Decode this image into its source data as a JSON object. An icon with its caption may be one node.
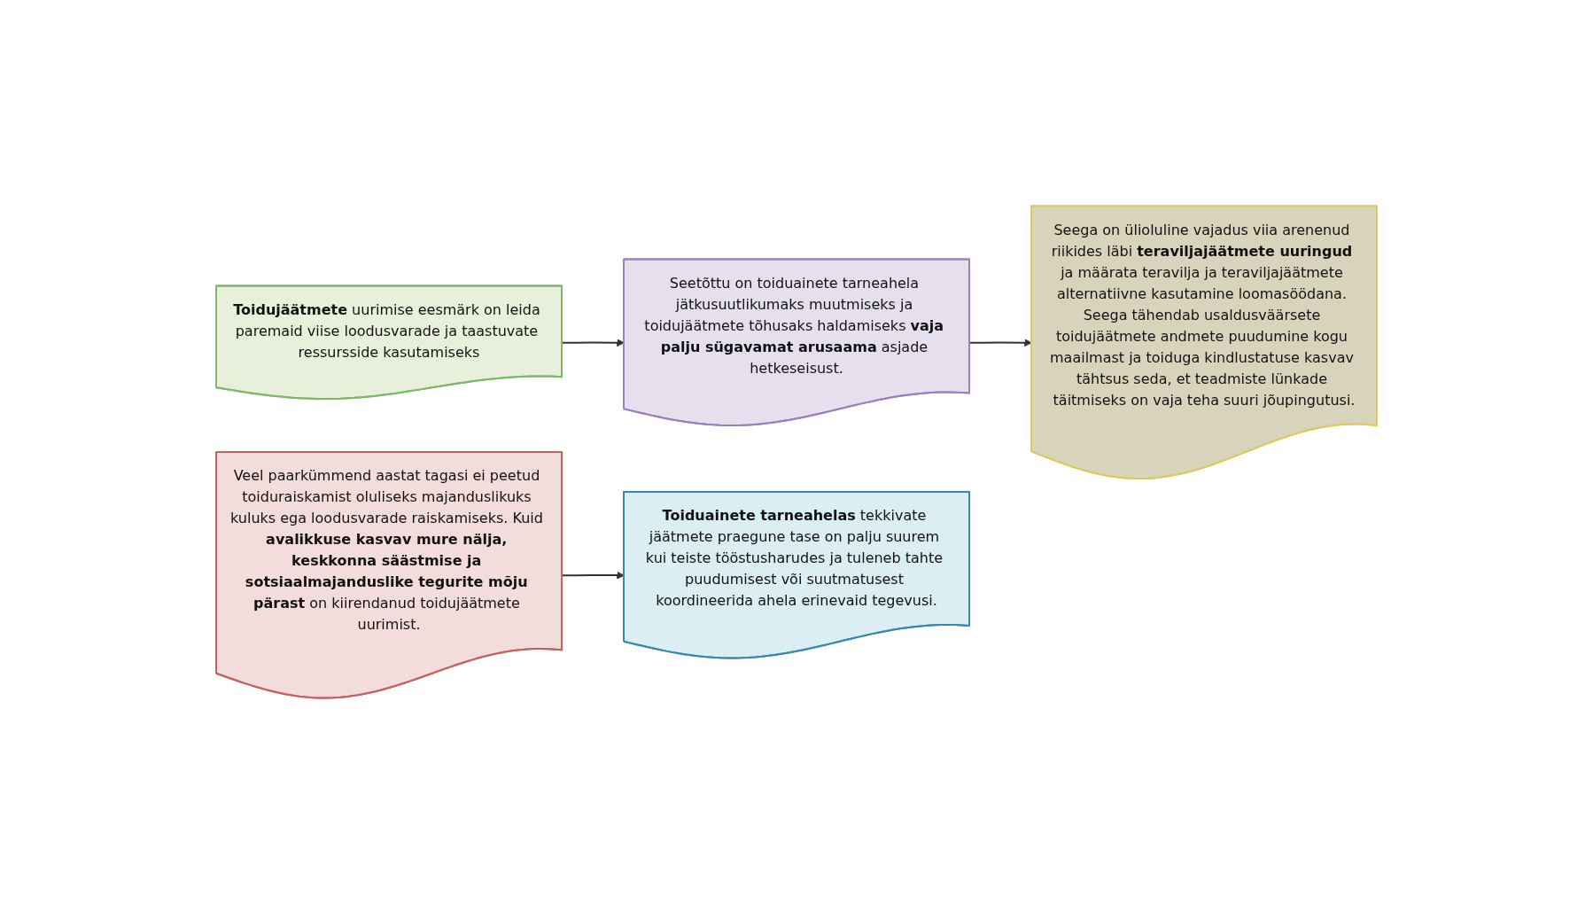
{
  "diagram": {
    "nodes": [
      {
        "text": [
          "**Toidujäätmete** uurimise eesmärk on leida paremaid viise loodusvarade ja taastuvate ressursside kasutamiseks"
        ]
      },
      {
        "text": [
          "Seetõttu on toiduainete tarneahela jätkusuutlikumaks muutmiseks ja toidujäätmete tõhusaks haldamiseks **vaja palju sügavamat arusaama** asjade hetkeseisust."
        ]
      },
      {
        "text": [
          "Seega on ülioluline vajadus viia arenenud riikides läbi **teraviljajäätmete uuringud** ja määrata teravilja ja teraviljajäätmete alternatiivne kasutamine loomasöödana. Seega tähendab usaldusväärsete toidujäätmete andmete puudumine kogu maailmast ja toiduga kindlustatuse kasvav tähtsus seda, et teadmiste lünkade täitmiseks on vaja teha suuri jõupingutusi."
        ]
      },
      {
        "text": [
          "Veel paarkümmend aastat tagasi ei peetud toiduraiskamist oluliseks majanduslikuks kuluks ega loodusvarade raiskamiseks. Kuid **avalikkuse kasvav mure nälja, keskkonna säästmise ja sotsiaalmajanduslike tegurite mõju pärast** on kiirendanud toidujäätmete uurimist."
        ]
      },
      {
        "text": [
          "**Toiduainete tarneahelas** tekkivate jäätmete praegune tase on palju suurem kui teiste tööstusharudes ja tuleneb tahte puudumisest või suutmatusest koordineerida ahela erinevaid tegevusi."
        ]
      }
    ],
    "edges": [
      {
        "from": 0,
        "to": 1,
        "arrow": "to"
      },
      {
        "from": 1,
        "to": 2,
        "arrow": "to"
      },
      {
        "from": 3,
        "to": 4,
        "arrow": "to"
      }
    ]
  }
}
